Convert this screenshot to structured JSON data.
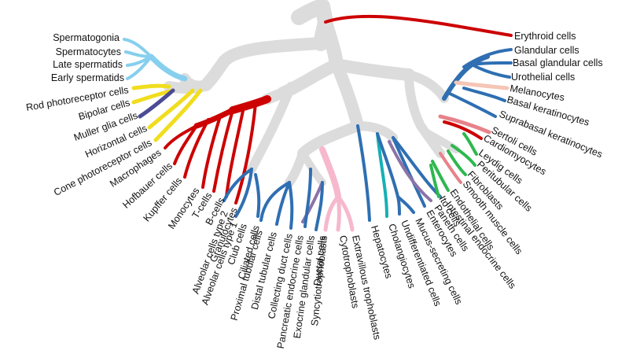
{
  "colors": {
    "trunk": "#dcdcdc",
    "germ": "#87cfee",
    "neuronal": "#f0dd1e",
    "glial": "#4b4b96",
    "blood_immune": "#cc0000",
    "epithelial": "#2f6fb2",
    "melanocyte": "#f6c5b6",
    "sertoli": "#e8828a",
    "mesenchymal": "#2eb84e",
    "trophoblast": "#f6b8cc",
    "purple": "#8b73a8",
    "teal": "#15b0b5"
  },
  "labels": {
    "left": [
      "Spermatogonia",
      "Spermatocytes",
      "Late spermatids",
      "Early spermatids",
      "Rod photoreceptor cells",
      "Bipolar cells",
      "Muller glia cells",
      "Horizontal cells",
      "Cone photoreceptor cells",
      "Macrophages",
      "Hofbauer cells",
      "Kupffer cells",
      "Monocytes",
      "T-cells",
      "B-cells"
    ],
    "right": [
      "Erythroid cells",
      "Glandular cells",
      "Basal glandular cells",
      "Urothelial cells",
      "Melanocytes",
      "Basal keratinocytes",
      "Suprabasal keratinocytes",
      "Sertoli cells",
      "Cardiomyocytes",
      "Leydig cells",
      "Peritubular cells",
      "Fibroblasts",
      "Smooth muscle cells",
      "Endothelial cells",
      "Ito cells"
    ],
    "bottom": [
      "Granulocytes",
      "Alveolar cells type 2",
      "Alveolar cells type 1",
      "Club cells",
      "Ciliated cells",
      "Proximal tubular cells",
      "Distal tubular cells",
      "Collecting duct cells",
      "Pancreatic endocrine cells",
      "Exocrine glandular cells",
      "Ductal cells",
      "Syncytiotrophoblasts",
      "Cytotrophoblasts",
      "Extravillous trophoblasts",
      "Hepatocytes",
      "Cholangiocytes",
      "Undifferentiated cells",
      "Mucus-secreting cells",
      "Enterocytes",
      "Paneth cells",
      "Intestinal endocrine cells"
    ]
  }
}
